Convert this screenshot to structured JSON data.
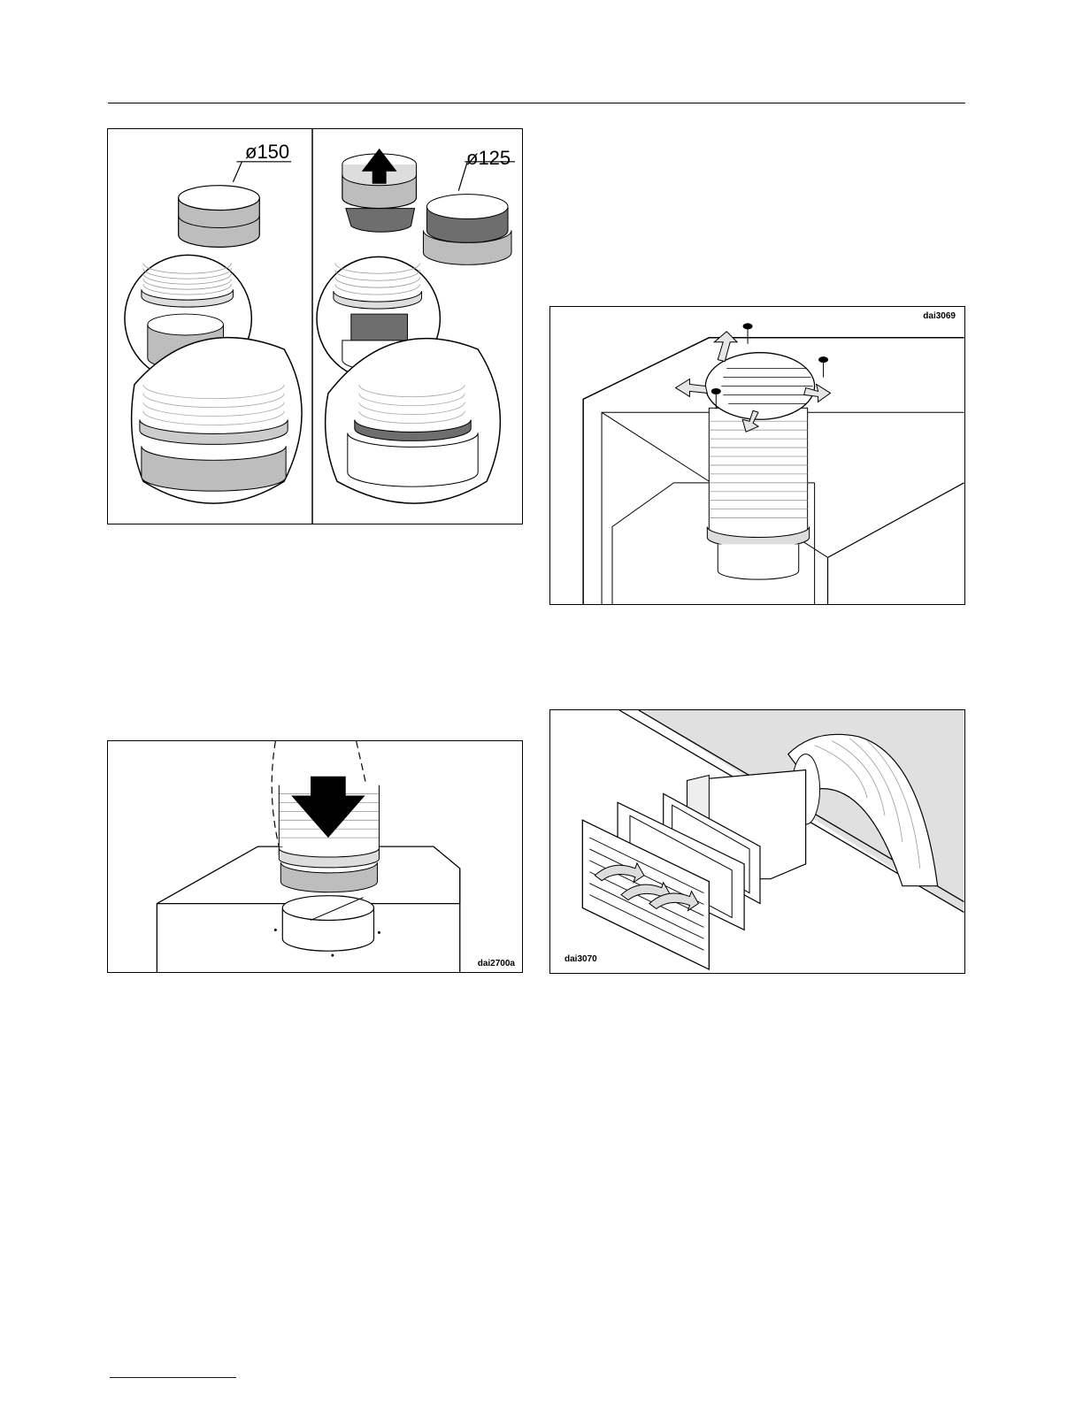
{
  "figures": {
    "fig1": {
      "dim_left": "ø150",
      "dim_right": "ø125"
    },
    "fig2": {
      "code": "dai3069"
    },
    "fig3": {
      "code": "dai2700a"
    },
    "fig4": {
      "code": "dai3070"
    }
  }
}
